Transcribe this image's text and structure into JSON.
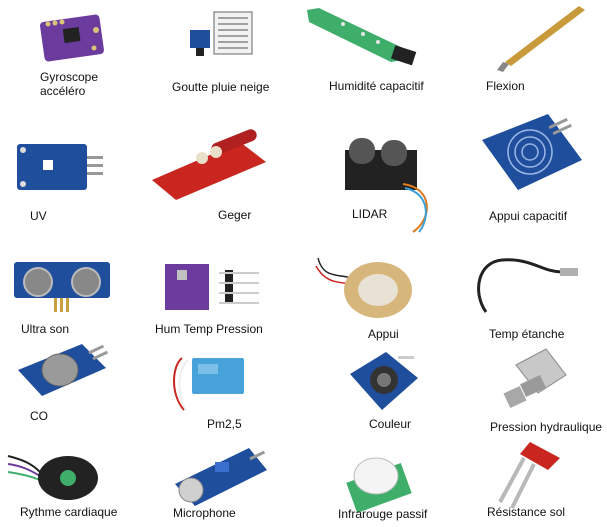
{
  "sensors": [
    {
      "label": "Gyroscope accéléro",
      "icon": "gyroscope-accelerometer-board-icon"
    },
    {
      "label": "Goutte pluie neige",
      "icon": "raindrop-snow-sensor-icon"
    },
    {
      "label": "Humidité capacitif",
      "icon": "capacitive-soil-moisture-probe-icon"
    },
    {
      "label": "Flexion",
      "icon": "flex-sensor-strip-icon"
    },
    {
      "label": "UV",
      "icon": "uv-sensor-board-icon"
    },
    {
      "label": "Geger",
      "icon": "geiger-counter-board-icon"
    },
    {
      "label": "LIDAR",
      "icon": "lidar-module-icon"
    },
    {
      "label": "Appui capacitif",
      "icon": "capacitive-touch-pad-icon"
    },
    {
      "label": "Ultra son",
      "icon": "ultrasonic-sensor-icon"
    },
    {
      "label": "Hum Temp Pression",
      "icon": "bme280-board-icon"
    },
    {
      "label": "Appui",
      "icon": "piezo-disc-icon"
    },
    {
      "label": "Temp étanche",
      "icon": "waterproof-temp-probe-icon"
    },
    {
      "label": "CO",
      "icon": "gas-sensor-board-icon"
    },
    {
      "label": "Pm2,5",
      "icon": "particulate-sensor-icon"
    },
    {
      "label": "Couleur",
      "icon": "color-sensor-icon"
    },
    {
      "label": "Pression hydraulique",
      "icon": "hydraulic-pressure-sensor-icon"
    },
    {
      "label": "Rythme cardiaque",
      "icon": "heart-rate-sensor-icon"
    },
    {
      "label": "Microphone",
      "icon": "microphone-sensor-icon"
    },
    {
      "label": "Infrarouge passif",
      "icon": "pir-motion-sensor-icon"
    },
    {
      "label": "Résistance sol",
      "icon": "soil-resistance-probe-icon"
    }
  ],
  "colors": {
    "purple_board": "#6b3c9e",
    "blue_board": "#1f4f9c",
    "red_board": "#c9261f",
    "green_probe": "#3fae6a",
    "gold_strip": "#c99a3c"
  }
}
